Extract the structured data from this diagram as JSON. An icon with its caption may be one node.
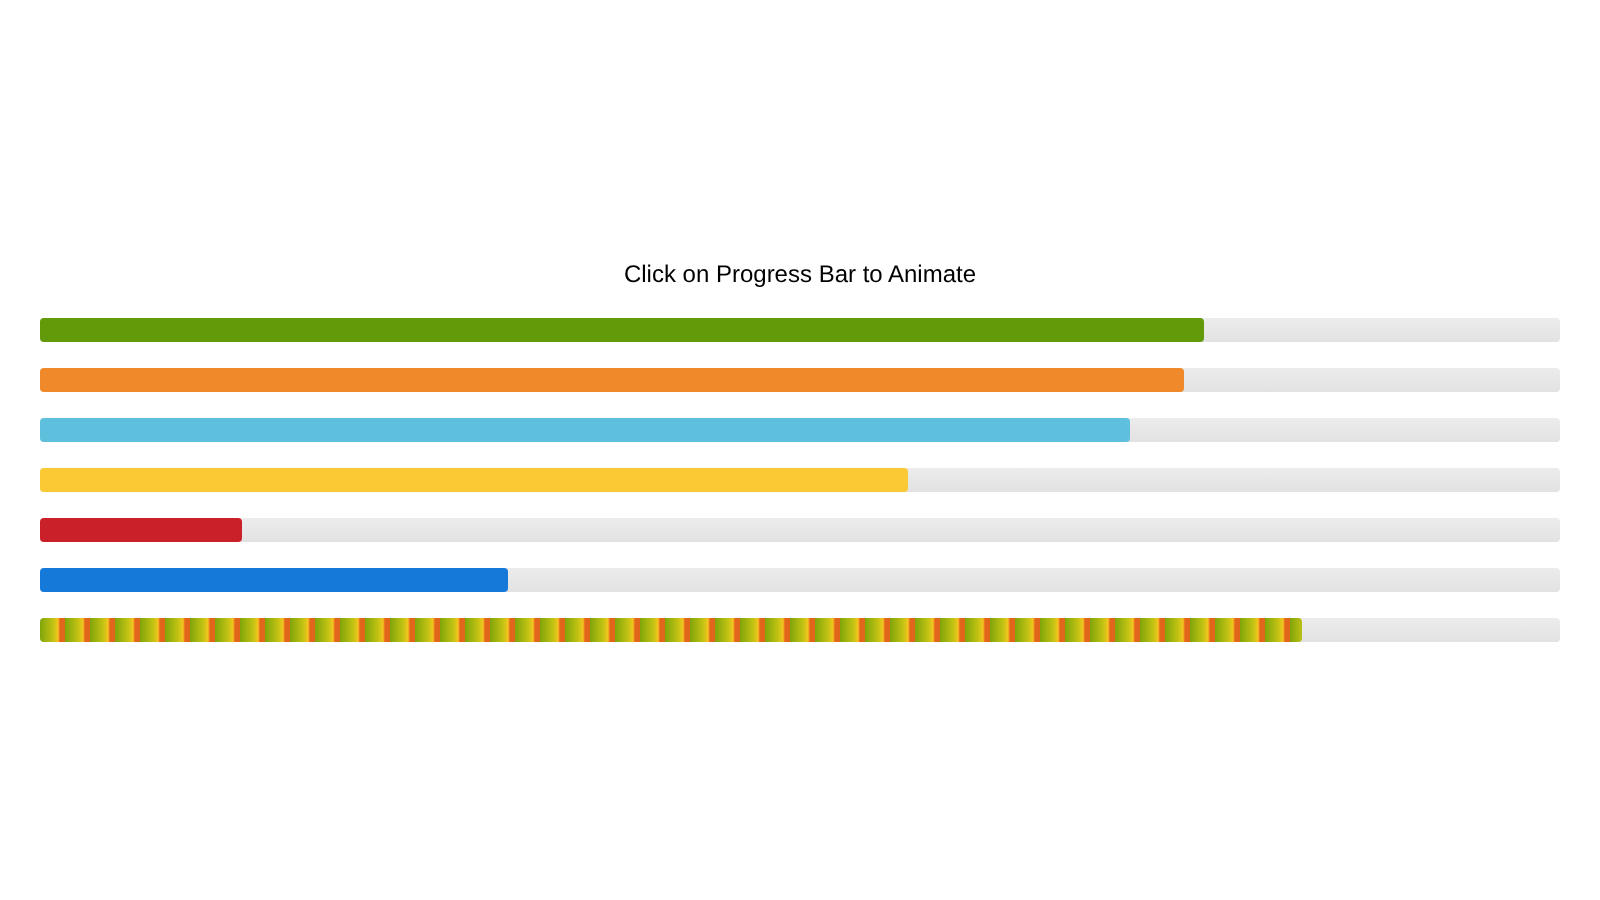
{
  "diagram": {
    "title": "Click on Progress Bar to Animate",
    "nodes": [
      {
        "text": [],
        "shape": "bar"
      },
      {
        "text": [],
        "shape": "bar"
      },
      {
        "text": [],
        "shape": "bar"
      },
      {
        "text": [],
        "shape": "bar"
      },
      {
        "text": [],
        "shape": "bar"
      },
      {
        "text": [],
        "shape": "bar"
      },
      {
        "text": [],
        "shape": "bar"
      }
    ]
  }
}
